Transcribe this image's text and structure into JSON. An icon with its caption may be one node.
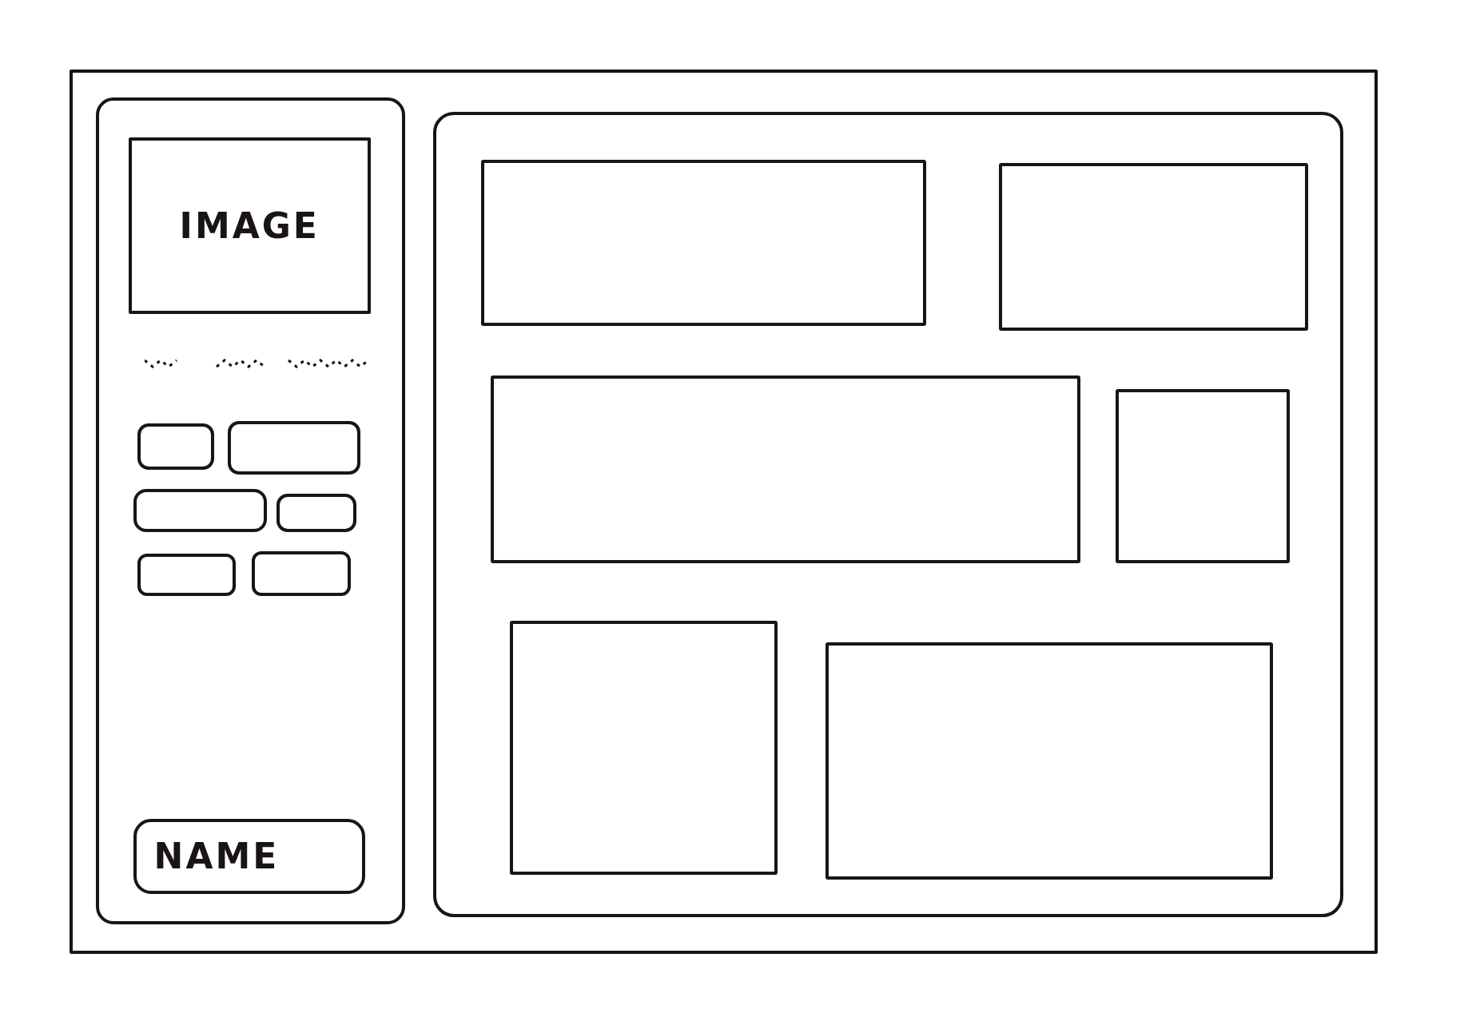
{
  "diagram": {
    "nodes": [
      {
        "text": [],
        "shape": "box"
      },
      {
        "text": [],
        "shape": "box",
        "in": 0
      },
      {
        "text": [
          "IMAGE"
        ],
        "in": 1
      },
      {
        "text": [],
        "shape": "box",
        "in": 1
      },
      {
        "text": [],
        "shape": "box",
        "in": 1
      },
      {
        "text": [],
        "shape": "box",
        "in": 1
      },
      {
        "text": [],
        "shape": "box",
        "in": 1
      },
      {
        "text": [],
        "shape": "box",
        "in": 1
      },
      {
        "text": [],
        "shape": "box",
        "in": 1
      },
      {
        "text": [
          "NAME"
        ],
        "in": 1
      },
      {
        "text": [],
        "shape": "box",
        "in": 0
      },
      {
        "text": [],
        "shape": "box",
        "in": 10
      },
      {
        "text": [],
        "shape": "box",
        "in": 10
      },
      {
        "text": [],
        "shape": "box",
        "in": 10
      },
      {
        "text": [],
        "shape": "box",
        "in": 10
      },
      {
        "text": [],
        "shape": "box",
        "in": 10
      },
      {
        "text": [],
        "shape": "box",
        "in": 10
      }
    ]
  }
}
